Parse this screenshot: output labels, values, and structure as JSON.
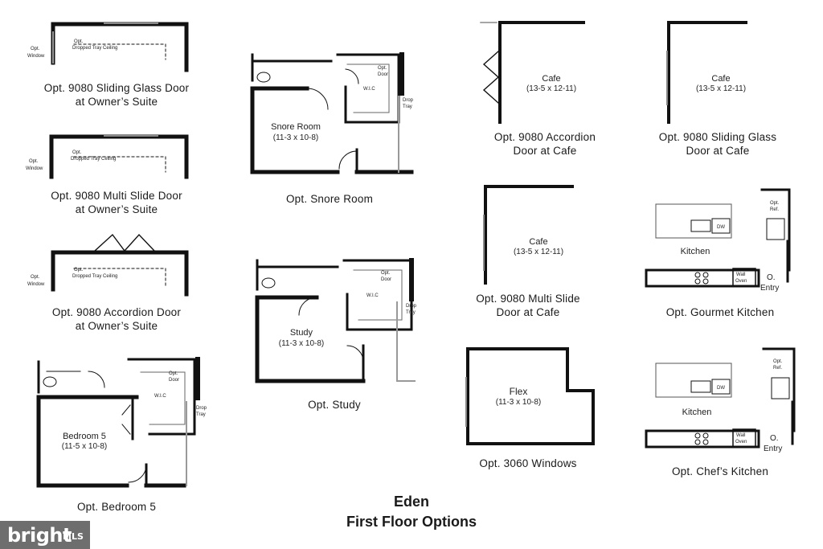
{
  "title": "Eden",
  "subtitle": "First Floor Options",
  "watermark": {
    "brand": "bright",
    "suffix": "MLS"
  },
  "options": [
    {
      "id": "suite-sliding",
      "line1": "Opt. 9080 Sliding Glass Door",
      "line2": "at Owner’s Suite",
      "labels": [
        "Opt.",
        "Window",
        "Opt.",
        "Dropped Tray Ceiling"
      ]
    },
    {
      "id": "suite-multislide",
      "line1": "Opt. 9080 Multi Slide Door",
      "line2": "at Owner’s Suite",
      "labels": [
        "Opt.",
        "Window",
        "Opt.",
        "Dropped Tray Ceiling"
      ]
    },
    {
      "id": "suite-accordion",
      "line1": "Opt. 9080 Accordion Door",
      "line2": "at Owner’s Suite",
      "labels": [
        "Opt.",
        "Window",
        "Opt.",
        "Dropped Tray Ceiling"
      ]
    },
    {
      "id": "bedroom5",
      "line1": "Opt. Bedroom 5",
      "line2": "",
      "room": "Bedroom 5",
      "dims": "(11-5 x 10-8)",
      "labels": [
        "W.I.C",
        "Opt.",
        "Door",
        "Drop",
        "Tray"
      ]
    },
    {
      "id": "snore-room",
      "line1": "Opt. Snore Room",
      "line2": "",
      "room": "Snore Room",
      "dims": "(11-3 x 10-8)",
      "labels": [
        "W.I.C",
        "Opt.",
        "Door",
        "Drop",
        "Tray"
      ]
    },
    {
      "id": "study",
      "line1": "Opt. Study",
      "line2": "",
      "room": "Study",
      "dims": "(11-3 x 10-8)",
      "labels": [
        "W.I.C",
        "Opt.",
        "Door",
        "Drop",
        "Tray"
      ]
    },
    {
      "id": "cafe-accordion",
      "line1": "Opt. 9080 Accordion",
      "line2": "Door at Cafe",
      "room": "Cafe",
      "dims": "(13-5 x 12-11)"
    },
    {
      "id": "cafe-sliding",
      "line1": "Opt. 9080 Sliding Glass",
      "line2": "Door at Cafe",
      "room": "Cafe",
      "dims": "(13-5 x 12-11)"
    },
    {
      "id": "cafe-multislide",
      "line1": "Opt. 9080 Multi Slide",
      "line2": "Door at Cafe",
      "room": "Cafe",
      "dims": "(13-5 x 12-11)"
    },
    {
      "id": "flex",
      "line1": "Opt. 3060 Windows",
      "line2": "",
      "room": "Flex",
      "dims": "(11-3 x 10-8)"
    },
    {
      "id": "gourmet-kitchen",
      "line1": "Opt. Gourmet Kitchen",
      "line2": "",
      "room": "Kitchen",
      "labels": [
        "DW",
        "Opt.",
        "Ref.",
        "Wall",
        "Oven",
        "O.",
        "Entry"
      ]
    },
    {
      "id": "chefs-kitchen",
      "line1": "Opt. Chef’s Kitchen",
      "line2": "",
      "room": "Kitchen",
      "labels": [
        "DW",
        "Opt.",
        "Ref.",
        "Wall",
        "Oven",
        "O.",
        "Entry"
      ]
    }
  ]
}
